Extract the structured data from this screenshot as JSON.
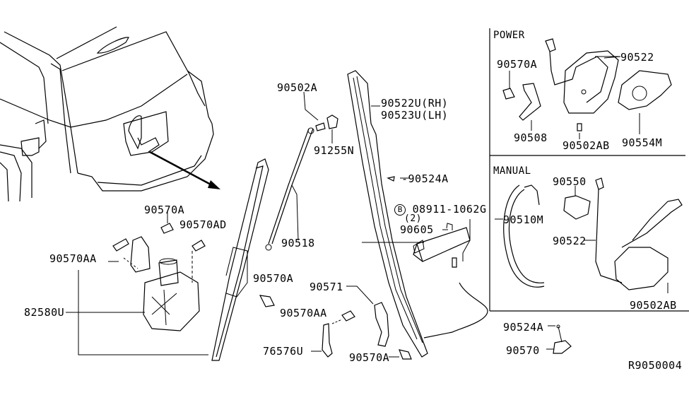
{
  "diagram": {
    "title_code": "R9050004",
    "sections": {
      "power": {
        "label": "POWER",
        "parts": [
          "90570A",
          "90522",
          "90508",
          "90502AB",
          "90554M"
        ]
      },
      "manual": {
        "label": "MANUAL",
        "parts": [
          "90550",
          "90510M",
          "90522",
          "90502AB"
        ]
      }
    },
    "labels": {
      "p_90502A": "90502A",
      "p_91255N": "91255N",
      "p_90522U": "90522U(RH)",
      "p_90523U": "90523U(LH)",
      "p_90524A_top": "-90524A",
      "p_08911_circle": "B",
      "p_08911": "08911-1062G",
      "p_08911_qty": "(2)",
      "p_90605": "90605",
      "p_90518": "90518",
      "p_90570A_mid": "90570A",
      "p_90570A_left": "90570A",
      "p_90570AD": "90570AD",
      "p_90570AA_left": "90570AA",
      "p_82580U": "82580U",
      "p_90571": "90571",
      "p_90570AA_mid": "90570AA",
      "p_76576U": "76576U",
      "p_90570A_bottom": "90570A",
      "p_90524A_bottom": "90524A",
      "p_90570": "90570",
      "power_90570A": "90570A",
      "power_90522": "90522",
      "power_90508": "90508",
      "power_90502AB": "90502AB",
      "power_90554M": "90554M",
      "manual_90550": "90550",
      "manual_90510M": "90510M",
      "manual_90522": "90522",
      "manual_90502AB": "90502AB"
    }
  }
}
